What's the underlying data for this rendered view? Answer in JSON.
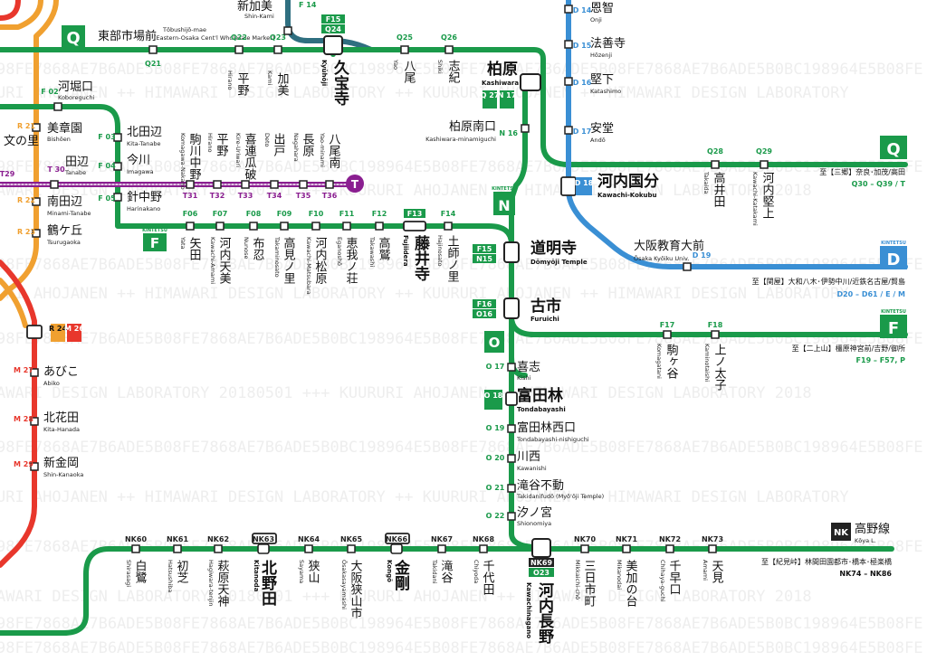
{
  "colors": {
    "green": "#1a9a4a",
    "blue": "#3a8fd4",
    "purple": "#8a1e90",
    "orange": "#f0a030",
    "red": "#e8372c",
    "teal": "#2f6f80",
    "black": "#222222"
  },
  "watermark": {
    "hash": "98FE7868AE7B6ADE5B08FE7868AE7B6ADE5B0BC198964E5B08FE7868AE7B6ADE5B08FE7868AE7B6ADE5B0BC198964E5B08FE",
    "lab1": "URI AHOJANEN ++ HIMAWARI DESIGN LABORATORY ++ KUURURI AHOJANEN ++ HIMAWARI DESIGN LABORATORY",
    "lab2": "AWARI DESIGN LABORATORY 20180501 +++ KUURURI AHOJANEN ++ HIMAWARI DESIGN LABORATORY 2018"
  },
  "line_badges": {
    "q": "Q",
    "n": "N",
    "f_left": "F",
    "o": "O",
    "q_right": "Q",
    "d_right": "D",
    "f_right": "F",
    "kintetsu": "KINTETSU",
    "nk": "NK"
  },
  "destinations": {
    "q_to": "至【三郷】奈良･加茂/高田",
    "q_codes": "Q30 – Q39 / T",
    "d_to": "至【関屋】大和八木･伊勢中川/近鉄名古屋/賢島",
    "d_codes": "D20 – D61 / E / M",
    "f_to": "至【二上山】橿原神宮前/吉野/御所",
    "f_codes": "F19 – F57, P",
    "nk_to": "至【紀見峠】林間田園都市･橋本･極楽橋",
    "nk_codes": "NK74 – NK86",
    "nk_line_ja": "高野線",
    "nk_line_ro": "Kōya L."
  },
  "stations": {
    "q21": {
      "code": "Q21",
      "ja": "東部市場前",
      "ro": "Tōbushijō-mae",
      "ro2": "(Eastern-Osaka Cent'l Wholesale Market)"
    },
    "q22": {
      "code": "Q22",
      "ja": "平野",
      "ro": "Hirano"
    },
    "q23": {
      "code": "Q23",
      "ja": "加美",
      "ro": "Kami"
    },
    "q24": {
      "code": "Q24",
      "code2": "F15",
      "ja": "久宝寺",
      "ro": "Kyūhōji"
    },
    "q25": {
      "code": "Q25",
      "ja": "八尾",
      "ro": "Yao"
    },
    "q26": {
      "code": "Q26",
      "ja": "志紀",
      "ro": "Shiki"
    },
    "kashiwara": {
      "code": "Q 27",
      "code2": "N 17",
      "ja": "柏原",
      "ro": "Kashiwara"
    },
    "n16": {
      "code": "N 16",
      "ja": "柏原南口",
      "ro": "Kashiwara-minamiguchi"
    },
    "q28": {
      "code": "Q28",
      "ja": "高井田",
      "ro": "Takaida"
    },
    "q29": {
      "code": "Q29",
      "ja": "河内堅上",
      "ro": "Kawachi-Katakami"
    },
    "shinkami": {
      "code": "F 14",
      "ja": "新加美",
      "ro": "Shin-Kami"
    },
    "d14": {
      "code": "D 14",
      "ja": "恩智",
      "ro": "Onji"
    },
    "d15": {
      "code": "D 15",
      "ja": "法善寺",
      "ro": "Hōzenji"
    },
    "d16": {
      "code": "D 16",
      "ja": "堅下",
      "ro": "Katashimo"
    },
    "d17": {
      "code": "D 17",
      "ja": "安堂",
      "ro": "Andō"
    },
    "d18": {
      "code": "D 18",
      "ja": "河内国分",
      "ro": "Kawachi-Kokubu"
    },
    "d19": {
      "code": "D 19",
      "ja": "大阪教育大前",
      "ro": "Ōsaka Kyōiku Univ."
    },
    "f02": {
      "code": "F 02",
      "ja": "河堀口",
      "ro": "Koboreguchi"
    },
    "f03": {
      "code": "F 03",
      "ja": "北田辺",
      "ro": "Kita-Tanabe"
    },
    "f04": {
      "code": "F 04",
      "ja": "今川",
      "ro": "Imagawa"
    },
    "f05": {
      "code": "F 05",
      "ja": "針中野",
      "ro": "Harinakano"
    },
    "f06": {
      "code": "F06",
      "ja": "矢田",
      "ro": "Yata"
    },
    "f07": {
      "code": "F07",
      "ja": "河内天美",
      "ro": "Kawachi-Amami"
    },
    "f08": {
      "code": "F08",
      "ja": "布忍",
      "ro": "Nunose"
    },
    "f09": {
      "code": "F09",
      "ja": "高見ノ里",
      "ro": "Takaminosato"
    },
    "f10": {
      "code": "F10",
      "ja": "河内松原",
      "ro": "Kawachi-Matsubara"
    },
    "f11": {
      "code": "F11",
      "ja": "恵我ノ荘",
      "ro": "Eganoshō"
    },
    "f12": {
      "code": "F12",
      "ja": "高鷲",
      "ro": "Takawashi"
    },
    "f13": {
      "code": "F13",
      "ja": "藤井寺",
      "ro": "Fujiidera"
    },
    "f14": {
      "code": "F14",
      "ja": "土師ノ里",
      "ro": "Hajinosato"
    },
    "domyoji": {
      "code": "F15",
      "code2": "N15",
      "ja": "道明寺",
      "ro": "Dōmyōji Temple"
    },
    "furuichi": {
      "code": "F16",
      "code2": "O16",
      "ja": "古市",
      "ro": "Furuichi"
    },
    "f17": {
      "code": "F17",
      "ja": "駒ヶ谷",
      "ro": "Komagatani"
    },
    "f18": {
      "code": "F18",
      "ja": "上ノ太子",
      "ro": "Kaminotaishi"
    },
    "t29": {
      "code": "T29",
      "ja": "文の里",
      "ro": ""
    },
    "t30": {
      "code": "T 30",
      "ja": "田辺",
      "ro": "Tanabe"
    },
    "t31": {
      "code": "T31",
      "ja": "駒川中野",
      "ro": "Komagawa-Nakano"
    },
    "t32": {
      "code": "T32",
      "ja": "平野",
      "ro": "Hirano"
    },
    "t33": {
      "code": "T33",
      "ja": "喜連瓜破",
      "ro": "Kire-Uriwari"
    },
    "t34": {
      "code": "T34",
      "ja": "出戸",
      "ro": "Deto"
    },
    "t35": {
      "code": "T35",
      "ja": "長原",
      "ro": "Nagahara"
    },
    "t36": {
      "code": "T36",
      "ja": "八尾南",
      "ro": "Yao-minami"
    },
    "t_badge": "T",
    "r21": {
      "code": "R 21",
      "ja": "美章園",
      "ro": "Bishōen"
    },
    "r22": {
      "code": "R 22",
      "ja": "南田辺",
      "ro": "Minami-Tanabe"
    },
    "r23": {
      "code": "R 23",
      "ja": "鶴ケ丘",
      "ro": "Tsurugaoka"
    },
    "r24": {
      "code": "R 24",
      "code2": "M 26"
    },
    "m27": {
      "code": "M 27",
      "ja": "あびこ",
      "ro": "Abiko"
    },
    "m28": {
      "code": "M 28",
      "ja": "北花田",
      "ro": "Kita-Hanada"
    },
    "m29": {
      "code": "M 29",
      "ja": "新金岡",
      "ro": "Shin-Kanaoka"
    },
    "o17": {
      "code": "O 17",
      "ja": "喜志",
      "ro": "Kishi"
    },
    "o18": {
      "code": "O 18",
      "ja": "富田林",
      "ro": "Tondabayashi"
    },
    "o19": {
      "code": "O 19",
      "ja": "富田林西口",
      "ro": "Tondabayashi-nishiguchi"
    },
    "o20": {
      "code": "O 20",
      "ja": "川西",
      "ro": "Kawanishi"
    },
    "o21": {
      "code": "O 21",
      "ja": "滝谷不動",
      "ro": "Takidanifudō (Myō'ōji Temple)"
    },
    "o22": {
      "code": "O 22",
      "ja": "汐ノ宮",
      "ro": "Shionomiya"
    },
    "nk60": {
      "code": "NK60",
      "ja": "白鷺",
      "ro": "Shirasagi"
    },
    "nk61": {
      "code": "NK61",
      "ja": "初芝",
      "ro": "Hatsushiba"
    },
    "nk62": {
      "code": "NK62",
      "ja": "萩原天神",
      "ro": "Hagiwara-tenjin"
    },
    "nk63": {
      "code": "NK63",
      "ja": "北野田",
      "ro": "Kitanoda"
    },
    "nk64": {
      "code": "NK64",
      "ja": "狭山",
      "ro": "Sayama"
    },
    "nk65": {
      "code": "NK65",
      "ja": "大阪狭山市",
      "ro": "Ōsakasayamashi"
    },
    "nk66": {
      "code": "NK66",
      "ja": "金剛",
      "ro": "Kongō"
    },
    "nk67": {
      "code": "NK67",
      "ja": "滝谷",
      "ro": "Takidani"
    },
    "nk68": {
      "code": "NK68",
      "ja": "千代田",
      "ro": "Chiyoda"
    },
    "nk69": {
      "code": "NK69",
      "code2": "O23",
      "ja": "河内長野",
      "ro": "Kawachinagano"
    },
    "nk70": {
      "code": "NK70",
      "ja": "三日市町",
      "ro": "Mikkaichi-chō"
    },
    "nk71": {
      "code": "NK71",
      "ja": "美加の台",
      "ro": "Mikanodai"
    },
    "nk72": {
      "code": "NK72",
      "ja": "千早口",
      "ro": "Chihaya-guchi"
    },
    "nk73": {
      "code": "NK73",
      "ja": "天見",
      "ro": "Amami"
    }
  }
}
